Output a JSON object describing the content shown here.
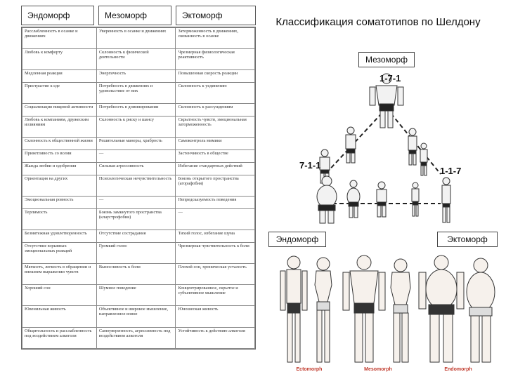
{
  "headers": [
    "Эндоморф",
    "Мезоморф",
    "Эктоморф"
  ],
  "table_rows": [
    [
      "Расслабленность в осанке и движениях",
      "Уверенность в осанке и движениях",
      "Заторможенность в движениях, скованность в осанке"
    ],
    [
      "Любовь к комфорту",
      "Склонность к физической деятельности",
      "Чрезмерная физиологическая реактивность"
    ],
    [
      "Медленная реакция",
      "Энергичность",
      "Повышенная скорость реакции"
    ],
    [
      "Пристрастие к еде",
      "Потребность в движениях и удовольствие от них",
      "Склонность к уединению"
    ],
    [
      "Социализация пищевой активности",
      "Потребность в доминировании",
      "Склонность к рассуждениям"
    ],
    [
      "Любовь к компаниям, дружеским излияниям",
      "Склонность к риску и шансу",
      "Скрытность чувств, эмоциональная заторможенность"
    ],
    [
      "Склонность к обществен­ной жизни",
      "Решительные манеры, храбрость",
      "Самоконтроль мимики"
    ],
    [
      "Приветливость со всеми",
      "—",
      "Застенчивость в обществе"
    ],
    [
      "Жажда любви и одобрения",
      "Сильная агрессивность",
      "Избегание стандартных действий"
    ],
    [
      "Ориентация на других",
      "Психологическая нечувствительность",
      "Боязнь открытого пространства (агорафобия)"
    ],
    [
      "Эмоциональная ровность",
      "—",
      "Непредсказуемость поведения"
    ],
    [
      "Терпимость",
      "Боязнь замкнутого пространства (клаустрофобия)",
      "—"
    ],
    [
      "Безмятежная удовлетворенность",
      "Отсутствие сострадания",
      "Тихий голос, избегание шума"
    ],
    [
      "Отсутствие взрывных эмоциональных реакций",
      "Громкий голос",
      "Чрезмерная чувствительность к боли"
    ],
    [
      "Мягкость, легкость в обращении и внешнем выражении чувств",
      "Выносливость к боли",
      "Плохой сон, хроническая усталость"
    ],
    [
      "Хороший сон",
      "Шумное поведение",
      "Концентрированное, скрытое и субъективное мышление"
    ],
    [
      "Ювенильная живость",
      "Объективное и широкое мышление, направленное вовне",
      "Юношеская живость"
    ],
    [
      "Общительность и расслабленность под воздействием алкоголя",
      "Самоуверенность, агрессивность под воздействием алкоголя",
      "Устойчивость к действию алкоголя"
    ]
  ],
  "title": "Классификация соматотипов по Шелдону",
  "mesomorph_label": "Мезоморф",
  "code_top": "1-7-1",
  "code_left": "7-1-1",
  "code_right": "1-1-7",
  "endomorph_label": "Эндоморф",
  "ectomorph_label": "Эктоморф",
  "photo_captions": [
    "Ectomorph",
    "Mesomorph",
    "Endomorph"
  ],
  "colors": {
    "caption_red": "#c0392b",
    "figure_fill": "#f2f2f2",
    "stroke": "#333333"
  }
}
